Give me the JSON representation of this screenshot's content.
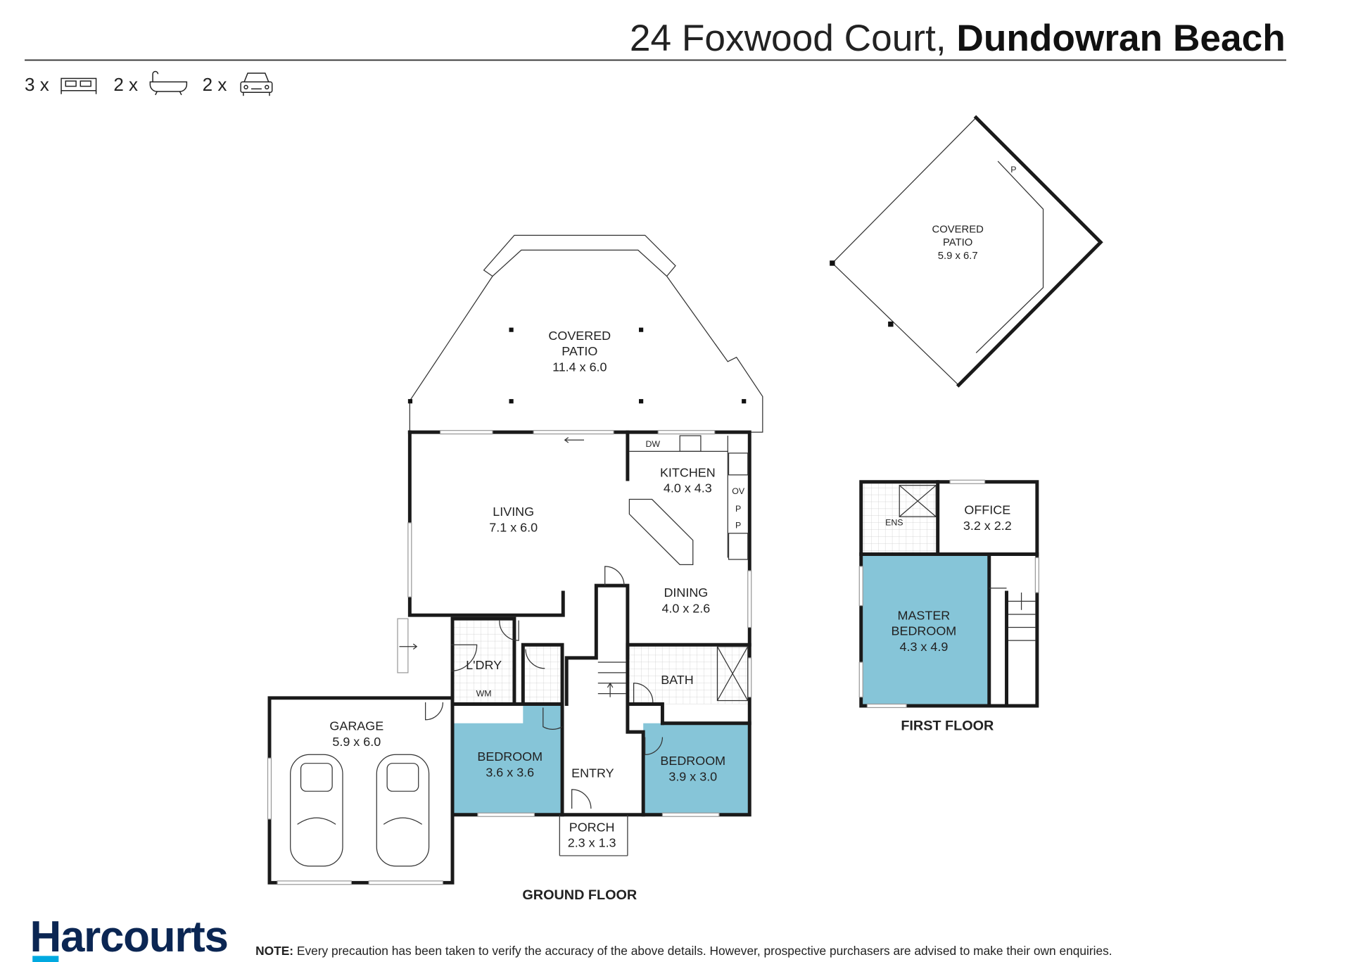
{
  "header": {
    "address_street": "24 Foxwood Court,",
    "address_suburb": "Dundowran Beach"
  },
  "features": [
    {
      "count": "3 x",
      "icon": "bed-icon"
    },
    {
      "count": "2 x",
      "icon": "bath-icon"
    },
    {
      "count": "2 x",
      "icon": "car-icon"
    }
  ],
  "ground_floor": {
    "title": "GROUND FLOOR",
    "rooms": {
      "patio": {
        "name1": "COVERED",
        "name2": "PATIO",
        "size": "11.4 x 6.0"
      },
      "living": {
        "name": "LIVING",
        "size": "7.1 x 6.0"
      },
      "kitchen": {
        "name": "KITCHEN",
        "size": "4.0 x 4.3"
      },
      "dining": {
        "name": "DINING",
        "size": "4.0 x 2.6"
      },
      "laundry": {
        "name": "L'DRY"
      },
      "bath": {
        "name": "BATH"
      },
      "garage": {
        "name": "GARAGE",
        "size": "5.9 x 6.0"
      },
      "bedroom2": {
        "name": "BEDROOM",
        "size": "3.6 x 3.6"
      },
      "bedroom3": {
        "name": "BEDROOM",
        "size": "3.9 x 3.0"
      },
      "entry": {
        "name": "ENTRY"
      },
      "porch": {
        "name": "PORCH",
        "size": "2.3 x 1.3"
      }
    },
    "fixtures": {
      "dw": "DW",
      "ov": "OV",
      "p1": "P",
      "p2": "P",
      "wm": "WM"
    }
  },
  "upper_patio": {
    "name1": "COVERED",
    "name2": "PATIO",
    "size": "5.9 x 6.7",
    "p": "P"
  },
  "first_floor": {
    "title": "FIRST FLOOR",
    "rooms": {
      "ens": {
        "name": "ENS"
      },
      "office": {
        "name": "OFFICE",
        "size": "3.2 x 2.2"
      },
      "master": {
        "name1": "MASTER",
        "name2": "BEDROOM",
        "size": "4.3 x 4.9"
      }
    }
  },
  "footer": {
    "logo": "Harcourts",
    "note_label": "NOTE:",
    "note_text": " Every precaution has been taken to verify the accuracy of the above details. However, prospective purchasers are advised to make their own enquiries."
  },
  "colors": {
    "bedroom_fill": "#86c5d8",
    "logo_navy": "#0b2653",
    "logo_accent": "#00a9e0"
  }
}
